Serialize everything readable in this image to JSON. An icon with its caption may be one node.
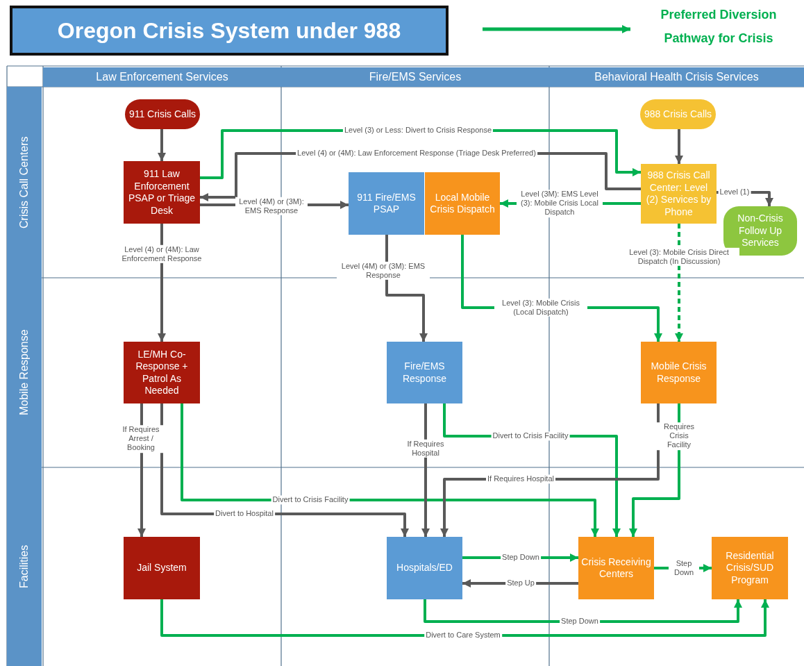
{
  "diagram": {
    "title": "Oregon Crisis System under 988",
    "nodes": [
      {
        "text": [
          "911 Crisis Calls"
        ]
      },
      {
        "text": [
          "911 Law Enforcement PSAP or Triage Desk"
        ]
      },
      {
        "text": [
          "911 Fire/EMS PSAP"
        ]
      },
      {
        "text": [
          "Local Mobile Crisis Dispatch"
        ]
      },
      {
        "text": [
          "988 Crisis Calls"
        ]
      },
      {
        "text": [
          "988 Crisis Call Center: Level (2) Services by Phone"
        ]
      },
      {
        "text": [
          "Non-Crisis Follow Up Services"
        ]
      },
      {
        "text": [
          "LE/MH Co-Response + Patrol As Needed"
        ]
      },
      {
        "text": [
          "Fire/EMS Response"
        ]
      },
      {
        "text": [
          "Mobile Crisis Response"
        ]
      },
      {
        "text": [
          "Jail System"
        ]
      },
      {
        "text": [
          "Hospitals/ED"
        ]
      },
      {
        "text": [
          "Crisis Receiving Centers"
        ]
      },
      {
        "text": [
          "Residential Crisis/SUD Program"
        ]
      }
    ],
    "edges": [
      {
        "from": 0,
        "to": 1,
        "arrow": "to"
      },
      {
        "from": 1,
        "to": 5,
        "arrow": "to",
        "label": "Level (3) or Less: Divert to Crisis Response",
        "color": "#00b050"
      },
      {
        "from": 5,
        "to": 1,
        "arrow": "to",
        "label": "Level (4) or (4M): Law Enforcement Response (Triage Desk Preferred)"
      },
      {
        "from": 1,
        "to": 2,
        "arrow": "to",
        "label": "Level (4M) or (3M): EMS Response"
      },
      {
        "from": 5,
        "to": 3,
        "arrow": "to",
        "label": "Level (3M): EMS Level (3): Mobile Crisis Local Dispatch",
        "color": "#00b050"
      },
      {
        "from": 4,
        "to": 5,
        "arrow": "to"
      },
      {
        "from": 5,
        "to": 6,
        "arrow": "to",
        "label": "Level (1)"
      },
      {
        "from": 1,
        "to": 7,
        "arrow": "to",
        "label": "Level (4) or (4M): Law Enforcement Response"
      },
      {
        "from": 2,
        "to": 8,
        "arrow": "to",
        "label": "Level (4M) or (3M): EMS Response"
      },
      {
        "from": 3,
        "to": 9,
        "arrow": "to",
        "label": "Level (3): Mobile Crisis (Local Dispatch)",
        "color": "#00b050"
      },
      {
        "from": 5,
        "to": 9,
        "arrow": "to",
        "label": "Level (3): Mobile Crisis Direct Dispatch (In Discussion)",
        "style": "dashed",
        "color": "#00b050"
      },
      {
        "from": 7,
        "to": 10,
        "arrow": "to",
        "label": "If Requires Arrest / Booking"
      },
      {
        "from": 7,
        "to": 11,
        "arrow": "to",
        "label": "Divert to Hospital"
      },
      {
        "from": 7,
        "to": 12,
        "arrow": "to",
        "label": "Divert to Crisis Facility",
        "color": "#00b050"
      },
      {
        "from": 8,
        "to": 11,
        "arrow": "to",
        "label": "If Requires Hospital"
      },
      {
        "from": 8,
        "to": 12,
        "arrow": "to",
        "label": "Divert to Crisis Facility",
        "color": "#00b050"
      },
      {
        "from": 9,
        "to": 11,
        "arrow": "to",
        "label": "If Requires Hospital"
      },
      {
        "from": 9,
        "to": 12,
        "arrow": "to",
        "label": "Requires Crisis Facility",
        "color": "#00b050"
      },
      {
        "from": 11,
        "to": 12,
        "arrow": "to",
        "label": "Step Down",
        "color": "#00b050"
      },
      {
        "from": 12,
        "to": 11,
        "arrow": "to",
        "label": "Step Up"
      },
      {
        "from": 12,
        "to": 13,
        "arrow": "to",
        "label": "Step Down",
        "color": "#00b050"
      },
      {
        "from": 11,
        "to": 13,
        "arrow": "to",
        "label": "Step Down",
        "color": "#00b050"
      },
      {
        "from": 10,
        "to": 13,
        "arrow": "to",
        "label": "Divert to Care System",
        "color": "#00b050"
      }
    ],
    "labels": [
      "Law Enforcement Services",
      "Fire/EMS Services",
      "Behavioral Health Crisis Services",
      "Crisis Call Centers",
      "Mobile Response",
      "Facilities"
    ],
    "legend": [
      {
        "text": "Preferred Diversion Pathway for Crisis"
      }
    ]
  }
}
